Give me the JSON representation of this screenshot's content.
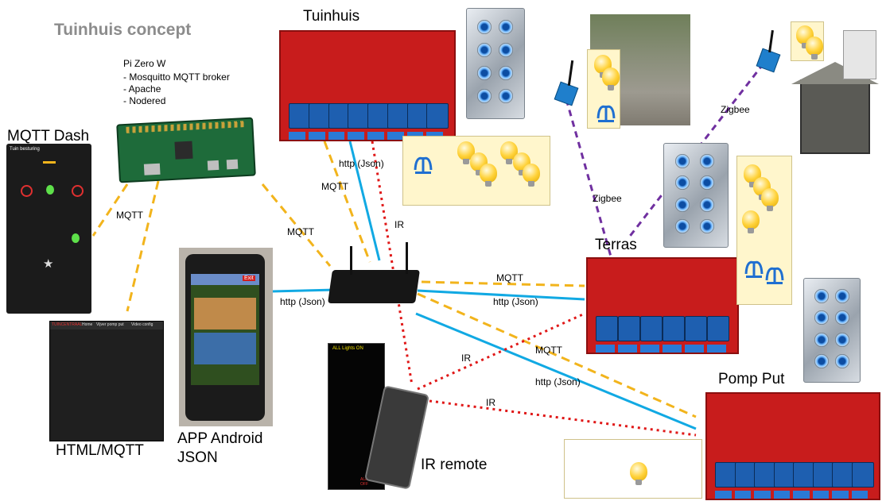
{
  "title": "Tuinhuis concept",
  "nodes": {
    "tuinhuis": "Tuinhuis",
    "terras": "Terras",
    "pomp_put": "Pomp Put",
    "mqtt_dash": "MQTT Dash",
    "html_mqtt": "HTML/MQTT",
    "app_android_line1": "APP Android",
    "app_android_line2": "JSON",
    "ir_remote": "IR remote"
  },
  "pi": {
    "name": "Pi Zero W",
    "services": [
      "-   Mosquitto MQTT broker",
      "-   Apache",
      "-   Nodered"
    ]
  },
  "links": {
    "mqtt": "MQTT",
    "http_json": "http (Json)",
    "ir": "IR",
    "zigbee": "Zigbee"
  },
  "mqtt_dash_screen": {
    "header": "Tuin besturing"
  },
  "html_screen": {
    "tabs": [
      "TUINCENTRAAL",
      "Home",
      "Vijver pomp put",
      "Video config"
    ]
  },
  "android_screen": {
    "exit": "Exit"
  },
  "ir_panel": {
    "header": "ALL Lights ON",
    "footer": "ALL Lights OFF"
  },
  "colors": {
    "mqtt_line": "#f2b41c",
    "http_line": "#11a9e3",
    "ir_line": "#e01818",
    "zigbee_line": "#7030a0",
    "title_gray": "#8c8c8c"
  }
}
